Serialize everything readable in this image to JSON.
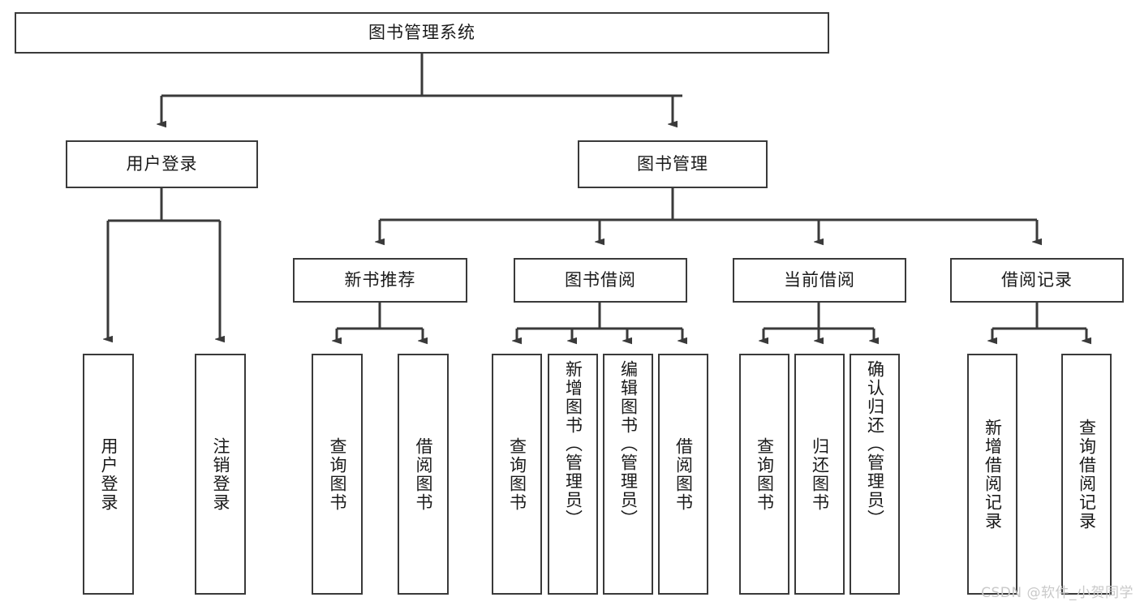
{
  "diagram": {
    "title": "图书管理系统",
    "watermark": "CSDN @软件_小贺同学",
    "root": {
      "label": "图书管理系统"
    },
    "level2": [
      {
        "label": "用户登录"
      },
      {
        "label": "图书管理"
      }
    ],
    "level3": [
      {
        "label": "新书推荐"
      },
      {
        "label": "图书借阅"
      },
      {
        "label": "当前借阅"
      },
      {
        "label": "借阅记录"
      }
    ],
    "leaves": {
      "user_login": [
        {
          "label": "用户登录"
        },
        {
          "label": "注销登录"
        }
      ],
      "new_book": [
        {
          "label": "查询图书"
        },
        {
          "label": "借阅图书"
        }
      ],
      "book_borrow": [
        {
          "label": "查询图书"
        },
        {
          "label": "新增图书（管理员）"
        },
        {
          "label": "编辑图书（管理员）"
        },
        {
          "label": "借阅图书"
        }
      ],
      "current_borrow": [
        {
          "label": "查询图书"
        },
        {
          "label": "归还图书"
        },
        {
          "label": "确认归还（管理员）"
        }
      ],
      "borrow_record": [
        {
          "label": "新增借阅记录"
        },
        {
          "label": "查询借阅记录"
        }
      ]
    },
    "colors": {
      "stroke": "#3a3a3a",
      "text": "#1a1a1a",
      "background": "#ffffff",
      "watermark": "#c9c9c9"
    }
  }
}
